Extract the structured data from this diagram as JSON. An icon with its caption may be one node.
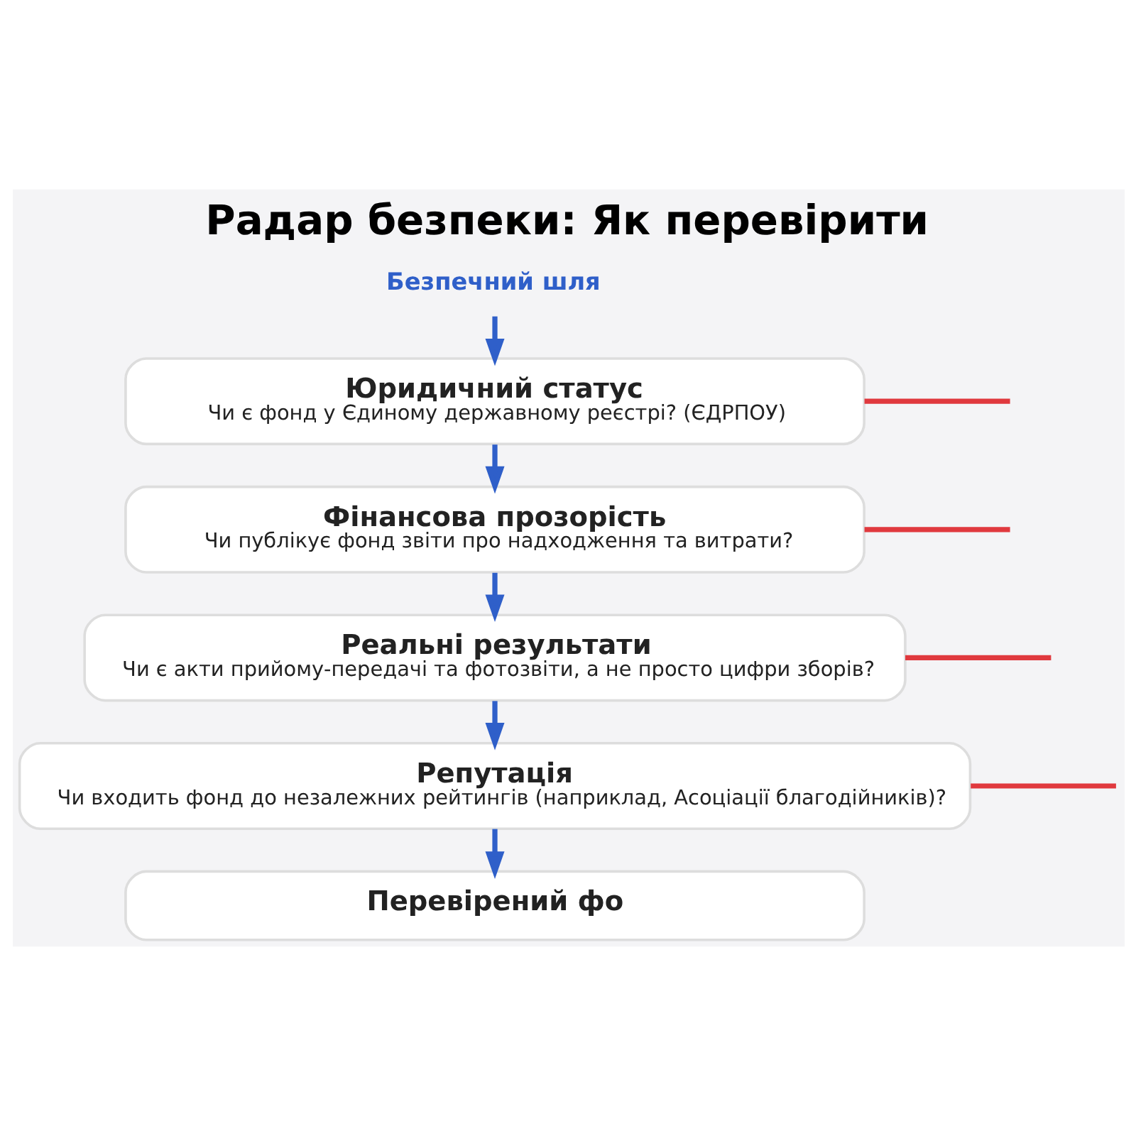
{
  "diagram": {
    "title": "Радар безпеки: Як перевірити",
    "nodes": [
      {
        "text": [
          "Безпечний шля"
        ]
      },
      {
        "text": [
          "Юридичний статус",
          "Чи є фонд у Єдиному державному реєстрі? (ЄДРПОУ)"
        ]
      },
      {
        "text": [
          "Фінансова прозорість",
          "Чи публікує фонд звіти про надходження та витрати?"
        ]
      },
      {
        "text": [
          "Реальні результати",
          "Чи є акти прийому-передачі та фотозвіти, а не просто цифри зборів?"
        ]
      },
      {
        "text": [
          "Репутація",
          "Чи входить фонд до незалежних рейтингів (наприклад, Асоціації благодійників)?"
        ]
      },
      {
        "text": [
          "Перевірений фо"
        ]
      }
    ],
    "edges": [
      {
        "from": 0,
        "to": 1,
        "arrow": "to"
      },
      {
        "from": 1,
        "to": 2,
        "arrow": "to"
      },
      {
        "from": 2,
        "to": 3,
        "arrow": "to"
      },
      {
        "from": 3,
        "to": 4,
        "arrow": "to"
      },
      {
        "from": 4,
        "to": 5,
        "arrow": "to"
      },
      {
        "from": 1,
        "to": null,
        "arrow": "none",
        "color": "#e0393e"
      },
      {
        "from": 2,
        "to": null,
        "arrow": "none",
        "color": "#e0393e"
      },
      {
        "from": 3,
        "to": null,
        "arrow": "none",
        "color": "#e0393e"
      },
      {
        "from": 4,
        "to": null,
        "arrow": "none",
        "color": "#e0393e"
      }
    ]
  }
}
